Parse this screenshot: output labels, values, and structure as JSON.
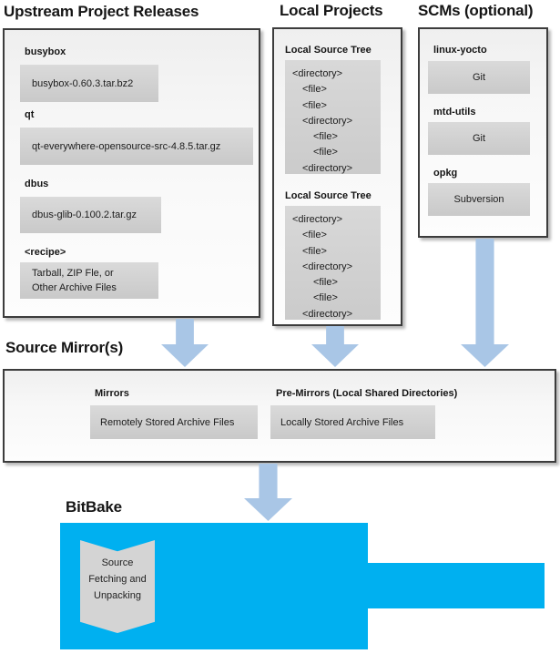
{
  "upstream": {
    "title": "Upstream Project Releases",
    "entries": [
      {
        "label": "busybox",
        "value": "busybox-0.60.3.tar.bz2"
      },
      {
        "label": "qt",
        "value": "qt-everywhere-opensource-src-4.8.5.tar.gz"
      },
      {
        "label": "dbus",
        "value": "dbus-glib-0.100.2.tar.gz"
      },
      {
        "label": "<recipe>",
        "value_lines": [
          "Tarball, ZIP Fle, or",
          "Other Archive Files"
        ]
      }
    ]
  },
  "local_projects": {
    "title": "Local Projects",
    "trees": [
      {
        "label": "Local Source Tree",
        "lines": [
          "<directory>",
          "<file>",
          "<file>",
          "<directory>",
          "<file>",
          "<file>",
          "<directory>"
        ]
      },
      {
        "label": "Local Source Tree",
        "lines": [
          "<directory>",
          "<file>",
          "<file>",
          "<directory>",
          "<file>",
          "<file>",
          "<directory>"
        ]
      }
    ]
  },
  "scms": {
    "title": "SCMs (optional)",
    "entries": [
      {
        "label": "linux-yocto",
        "value": "Git"
      },
      {
        "label": "mtd-utils",
        "value": "Git"
      },
      {
        "label": "opkg",
        "value": "Subversion"
      }
    ]
  },
  "source_mirrors": {
    "title": "Source Mirror(s)",
    "entries": [
      {
        "label": "Mirrors",
        "value": "Remotely Stored Archive Files"
      },
      {
        "label": "Pre-Mirrors (Local Shared Directories)",
        "value": "Locally Stored Archive Files"
      }
    ]
  },
  "bitbake": {
    "title": "BitBake",
    "process_lines": [
      "Source",
      "Fetching and",
      "Unpacking"
    ]
  },
  "colors": {
    "bitbake_blue": "#00b0f0",
    "arrow_blue": "#a9c6e6",
    "inner_box_gray": "#d2d2d2",
    "outer_box_border": "#3c3c3c"
  }
}
